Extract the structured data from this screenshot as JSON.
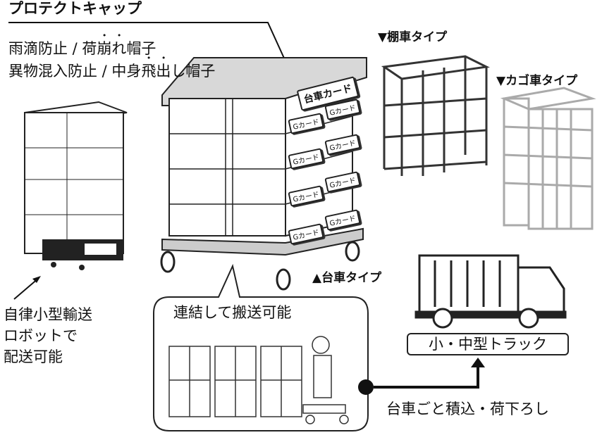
{
  "cap": {
    "title": "プロテクトキャップ",
    "line1_a": "雨滴防止 / 荷",
    "line1_emph": "崩れ",
    "line1_b": "帽子",
    "line2_a": "異物混入防止 / 中身",
    "line2_emph": "飛出",
    "line2_b": "し帽子"
  },
  "cart_card": "台車カード",
  "g_cards": [
    "Gカード",
    "Gカード",
    "Gカード",
    "Gカード",
    "Gカード",
    "Gカード",
    "Gカード",
    "Gカード"
  ],
  "types": {
    "shelf": "▼棚車タイプ",
    "cage": "▼カゴ車タイプ",
    "dolly": "▲台車タイプ"
  },
  "robot_note": [
    "自律小型輸送",
    "ロボットで",
    "配送可能"
  ],
  "coupled": "連結して搬送可能",
  "truck_label": "小・中型トラック",
  "loading": "台車ごと積込・荷下ろし"
}
